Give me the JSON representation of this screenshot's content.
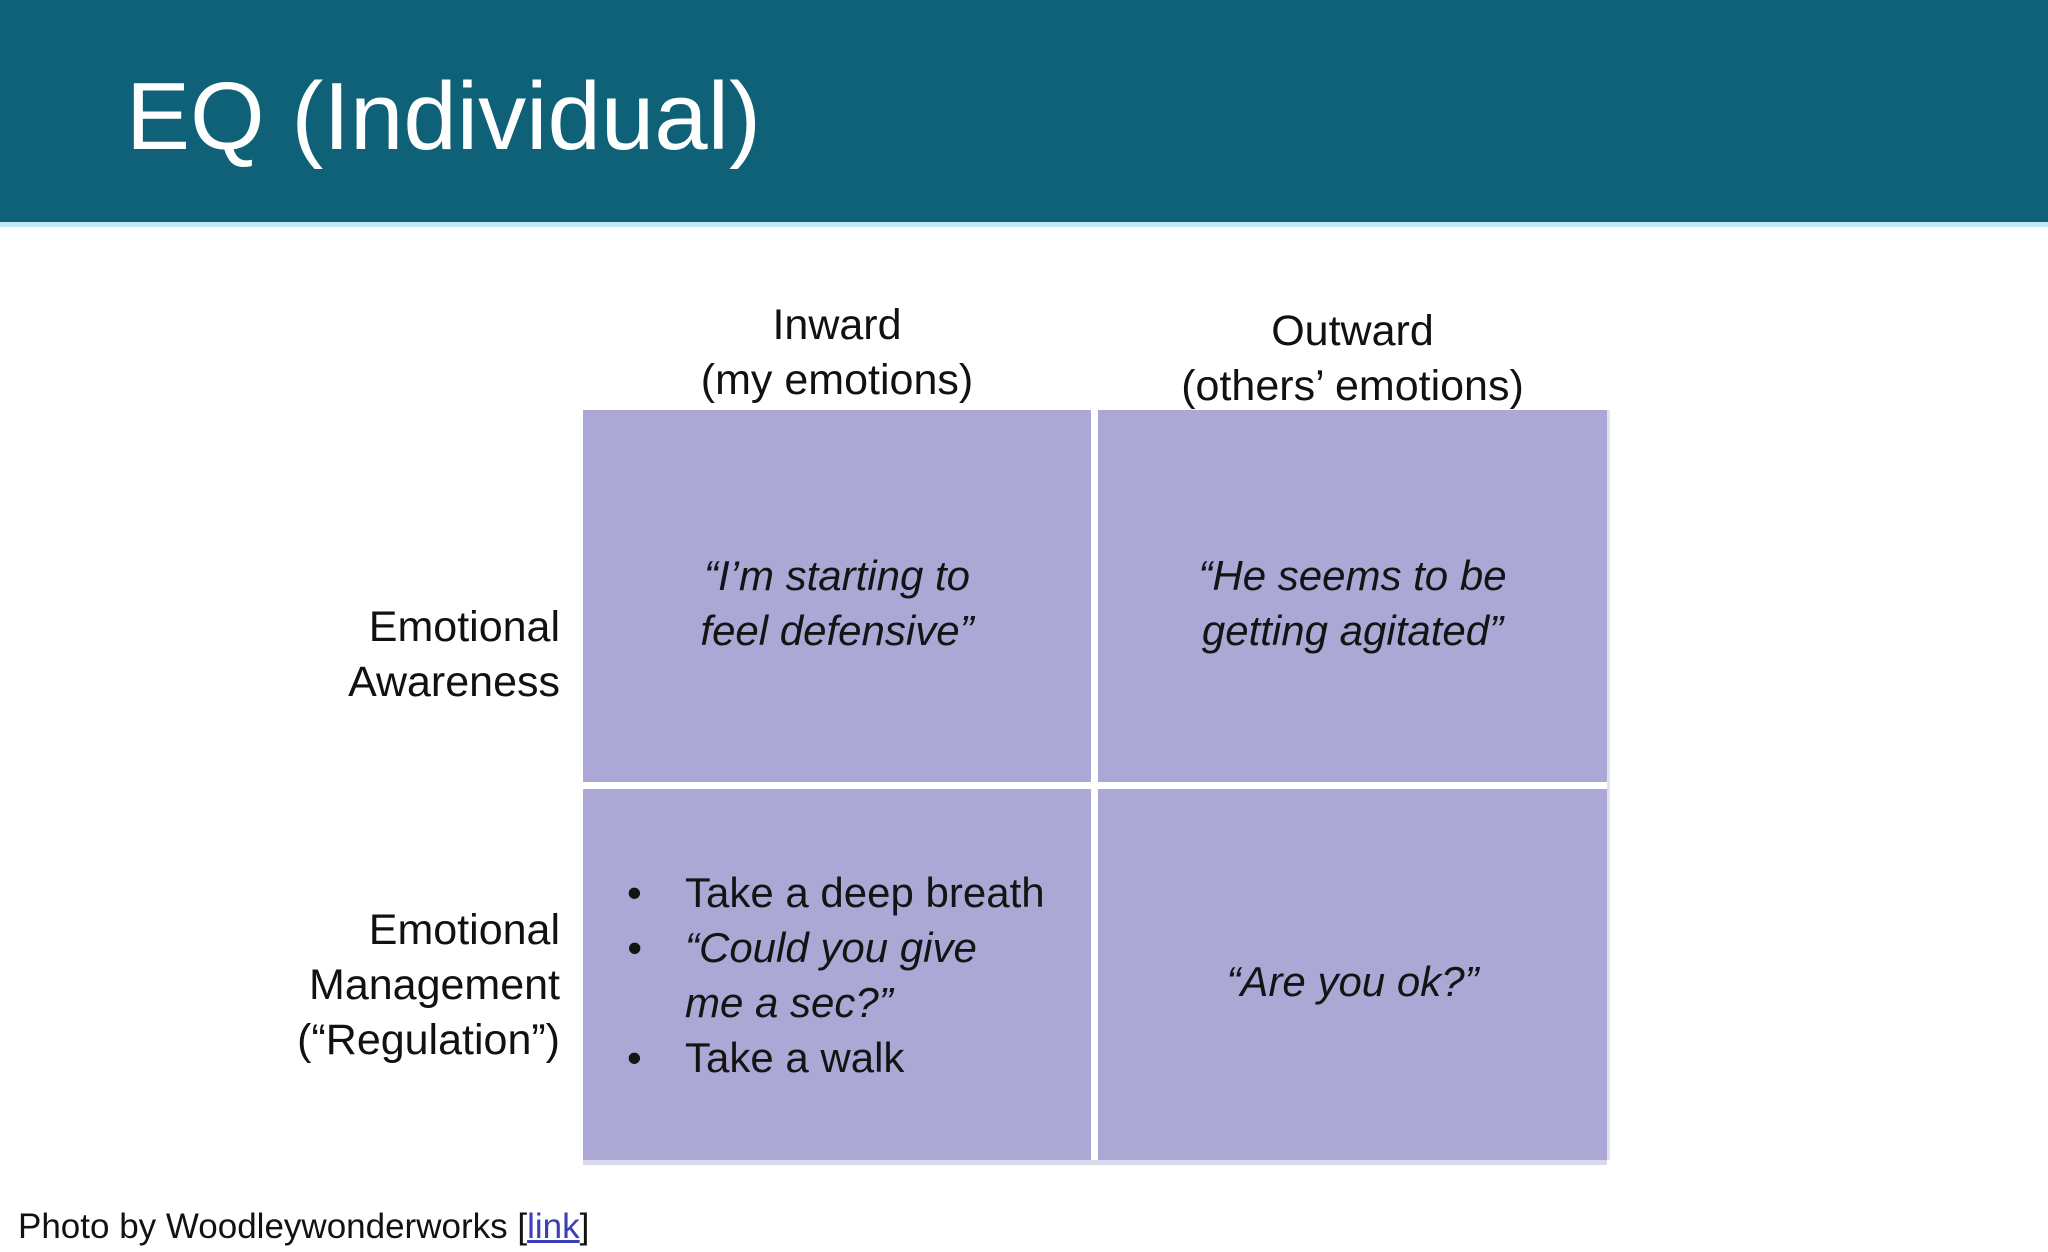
{
  "header": {
    "title": "EQ (Individual)"
  },
  "matrix": {
    "column_headers": [
      "Inward\n(my emotions)",
      "Outward\n(others’ emotions)"
    ],
    "row_headers": [
      "Emotional\nAwareness",
      "Emotional\nManagement\n(“Regulation”)"
    ],
    "cells": {
      "awareness_inward": "“I’m starting to\nfeel defensive”",
      "awareness_outward": "“He seems to be\ngetting agitated”",
      "management_inward_bullets": [
        "Take a deep breath",
        "“Could you give\nme a sec?”",
        "Take a walk"
      ],
      "management_outward": "“Are you ok?”"
    }
  },
  "footer": {
    "prefix": "Photo by Woodleywonderworks ",
    "bracket_open": "[",
    "link_label": "link",
    "bracket_close": "]"
  },
  "colors": {
    "header_teal": "#0e6176",
    "header_underline": "#bfe9f7",
    "cell_purple": "#aba8d5",
    "link_blue": "#3d3db8"
  }
}
